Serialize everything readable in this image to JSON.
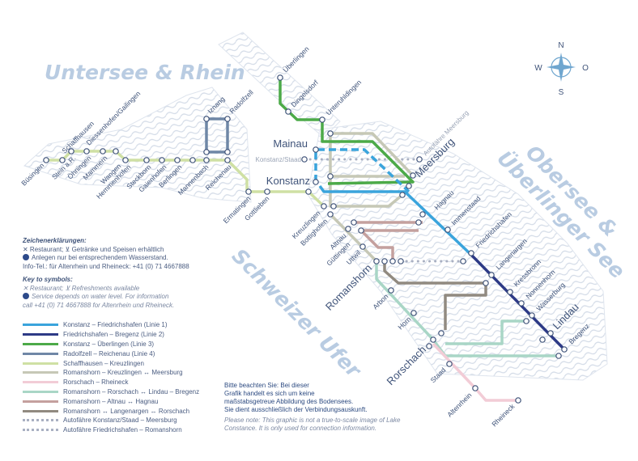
{
  "regions": {
    "untersee": "Untersee & Rhein",
    "obersee_1": "Obersee &",
    "obersee_2": "Überlinger See",
    "schweizer": "Schweizer Ufer"
  },
  "compass": {
    "n": "N",
    "s": "S",
    "w": "W",
    "o": "O"
  },
  "stations": {
    "buesingen": "Büsingen",
    "schaffhausen": "Schaffhausen",
    "diessenhofen": "Diessenhofen/Gailingen",
    "stein": "Stein a.R.",
    "oehningen": "Öhningen",
    "mammern": "Mammern",
    "wangen": "Wangen",
    "hemmenhofen": "Hemmenhofen",
    "steckborn": "Steckborn",
    "gaienhofen": "Gaienhofen",
    "berlingen": "Berlingen",
    "mannenbach": "Mannenbach",
    "reichenau": "Reichenau",
    "iznang": "Iznang",
    "radolfzell": "Radolfzell",
    "ermatingen": "Ermatingen",
    "gottlieben": "Gottlieben",
    "ueberlingen": "Überlingen",
    "dingelsdorf": "Dingelsdorf",
    "unteruhldingen": "Unteruhldingen",
    "mainau": "Mainau",
    "konstanz_staad": "Konstanz/Staad",
    "konstanz": "Konstanz",
    "autofaehre_meersburg": "Autofähre Meersburg",
    "meersburg": "Meersburg",
    "kreuzlingen": "Kreuzlingen",
    "bottighofen": "Bottighofen",
    "altnau": "Altnau",
    "guettingen": "Güttingen",
    "uttwil": "Uttwil",
    "romanshorn": "Romanshorn",
    "arbon": "Arbon",
    "horn": "Horn",
    "rorschach": "Rorschach",
    "staad": "Staad",
    "altenrhein": "Altenrhein",
    "rheineck": "Rheineck",
    "hagnau": "Hagnau",
    "immenstaad": "Immenstaad",
    "friedrichshafen": "Friedrichshafen",
    "langenargen": "Langenargen",
    "kressbronn": "Kressbronn",
    "nonnenhorn": "Nonnenhorn",
    "wasserburg": "Wasserburg",
    "lindau": "Lindau",
    "bregenz": "Bregenz"
  },
  "legend_de": {
    "title": "Zeichenerklärungen:",
    "line1": "✕ Restaurant;  ⊻ Getränke und Speisen erhältlich",
    "line2": "Anlegen nur bei entsprechendem Wasserstand.",
    "line3": "Info-Tel.: für Altenrhein und Rheineck: +41 (0) 71 4667888"
  },
  "legend_en": {
    "title": "Key to symbols:",
    "line1": "✕ Restaurant;  ⊻ Refreshments available",
    "line2": "Service depends on water level. For information",
    "line3": "call +41 (0) 71 4667888 for Altenrhein und Rheineck."
  },
  "lines": [
    {
      "label": "Konstanz – Friedrichshafen (Linie 1)",
      "color": "#3aa4dc"
    },
    {
      "label": "Friedrichshafen – Bregenz (Linie 2)",
      "color": "#2d3a86"
    },
    {
      "label": "Konstanz – Überlingen (Linie 3)",
      "color": "#4caa48"
    },
    {
      "label": "Radolfzell – Reichenau (Linie 4)",
      "color": "#6f87a6"
    },
    {
      "label": "Schaffhausen – Kreuzlingen",
      "color": "#cfe0a4"
    },
    {
      "label": "Romanshorn – Kreuzlingen ↔ Meersburg",
      "color": "#c6c8b6"
    },
    {
      "label": "Rorschach – Rheineck",
      "color": "#f2ccd6"
    },
    {
      "label": "Romanshorn – Rorschach ↔ Lindau – Bregenz",
      "color": "#a9d6c6"
    },
    {
      "label": "Romanshorn – Altnau ↔ Hagnau",
      "color": "#c4a09e"
    },
    {
      "label": "Romanshorn ↔ Langenargen ↔ Rorschach",
      "color": "#918a80"
    },
    {
      "label": "Autofähre Konstanz/Staad – Meersburg",
      "color": "#a9b0c2"
    },
    {
      "label": "Autofähre Friedrichshafen – Romanshorn",
      "color": "#a9b0c2"
    }
  ],
  "note": {
    "de1": "Bitte beachten Sie: Bei dieser",
    "de2": "Grafik handelt es sich um keine",
    "de3": "maßstabsgetreue Abbildung des Bodensees.",
    "de4": "Sie dient ausschließlich der Verbindungsauskunft.",
    "en1": "Please note: This graphic is not a true-to-scale image of Lake",
    "en2": "Constance. It is only used for connection information."
  }
}
